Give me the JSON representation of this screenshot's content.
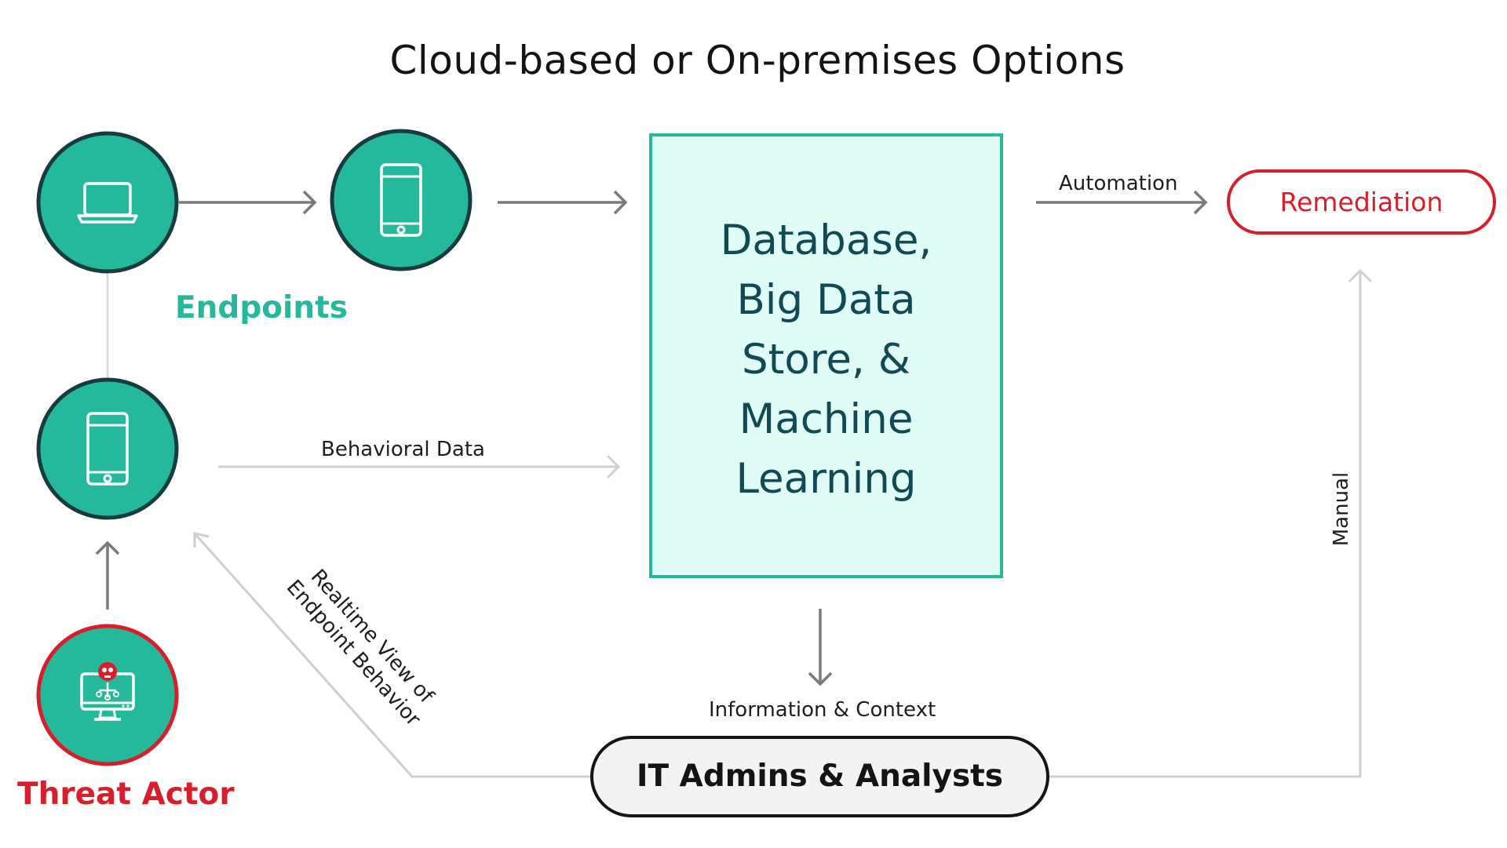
{
  "title": "Cloud-based or On-premises Options",
  "labels": {
    "endpoints": "Endpoints",
    "threat_actor": "Threat Actor",
    "behavioral_data": "Behavioral Data",
    "automation": "Automation",
    "manual": "Manual",
    "information_context": "Information & Context",
    "realtime_line1": "Realtime View of",
    "realtime_line2": "Endpoint Behavior"
  },
  "nodes": {
    "core": "Database,\nBig Data\n Store, &\nMachine\n Learning",
    "remediation": "Remediation",
    "admins": "IT Admins & Analysts"
  },
  "icons": {
    "endpoint_top_left": "laptop-icon",
    "endpoint_top_right": "smartphone-icon",
    "endpoint_middle": "smartphone-icon",
    "threat_actor": "infected-computer-icon"
  },
  "colors": {
    "teal": "#25b99b",
    "teal_dark_border": "#163c3f",
    "core_fill": "#e1fbf6",
    "core_text": "#0f4a55",
    "red": "#d81e2b",
    "arrow_dark": "#7a7a7a",
    "arrow_light": "#cfcfcf"
  }
}
